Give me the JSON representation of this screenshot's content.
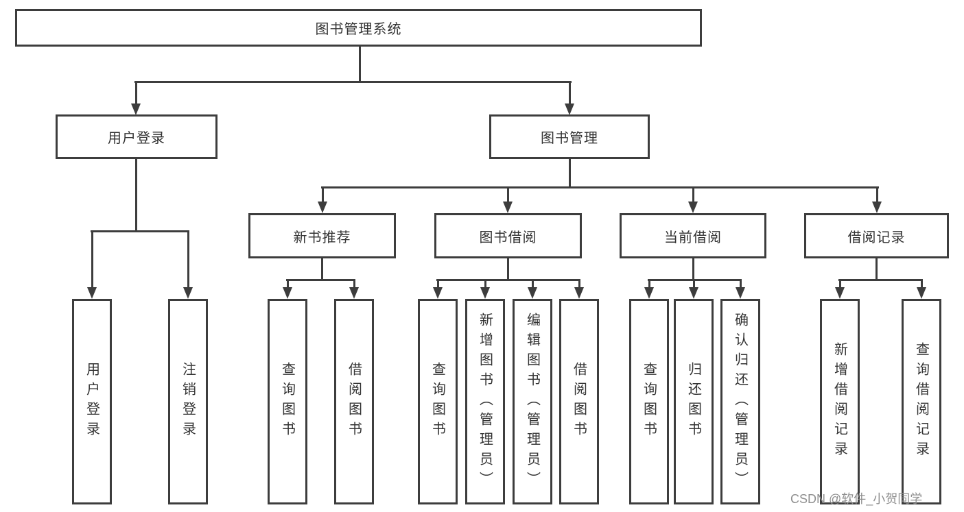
{
  "diagram": {
    "root": {
      "label": "图书管理系统"
    },
    "level2": [
      {
        "label": "用户登录"
      },
      {
        "label": "图书管理"
      }
    ],
    "level3": [
      {
        "label": "新书推荐",
        "parent": "图书管理"
      },
      {
        "label": "图书借阅",
        "parent": "图书管理"
      },
      {
        "label": "当前借阅",
        "parent": "图书管理"
      },
      {
        "label": "借阅记录",
        "parent": "图书管理"
      }
    ],
    "leaves": [
      {
        "label": "用户登录",
        "parent": "用户登录"
      },
      {
        "label": "注销登录",
        "parent": "用户登录"
      },
      {
        "label": "查询图书",
        "parent": "新书推荐"
      },
      {
        "label": "借阅图书",
        "parent": "新书推荐"
      },
      {
        "label": "查询图书",
        "parent": "图书借阅"
      },
      {
        "label": "新增图书（管理员）",
        "parent": "图书借阅"
      },
      {
        "label": "编辑图书（管理员）",
        "parent": "图书借阅"
      },
      {
        "label": "借阅图书",
        "parent": "图书借阅"
      },
      {
        "label": "查询图书",
        "parent": "当前借阅"
      },
      {
        "label": "归还图书",
        "parent": "当前借阅"
      },
      {
        "label": "确认归还（管理员）",
        "parent": "当前借阅"
      },
      {
        "label": "新增借阅记录",
        "parent": "借阅记录"
      },
      {
        "label": "查询借阅记录",
        "parent": "借阅记录"
      }
    ],
    "watermark": "CSDN @软件_小贺同学",
    "colors": {
      "line": "#3d3d3d",
      "text": "#333333",
      "background": "#ffffff"
    }
  }
}
